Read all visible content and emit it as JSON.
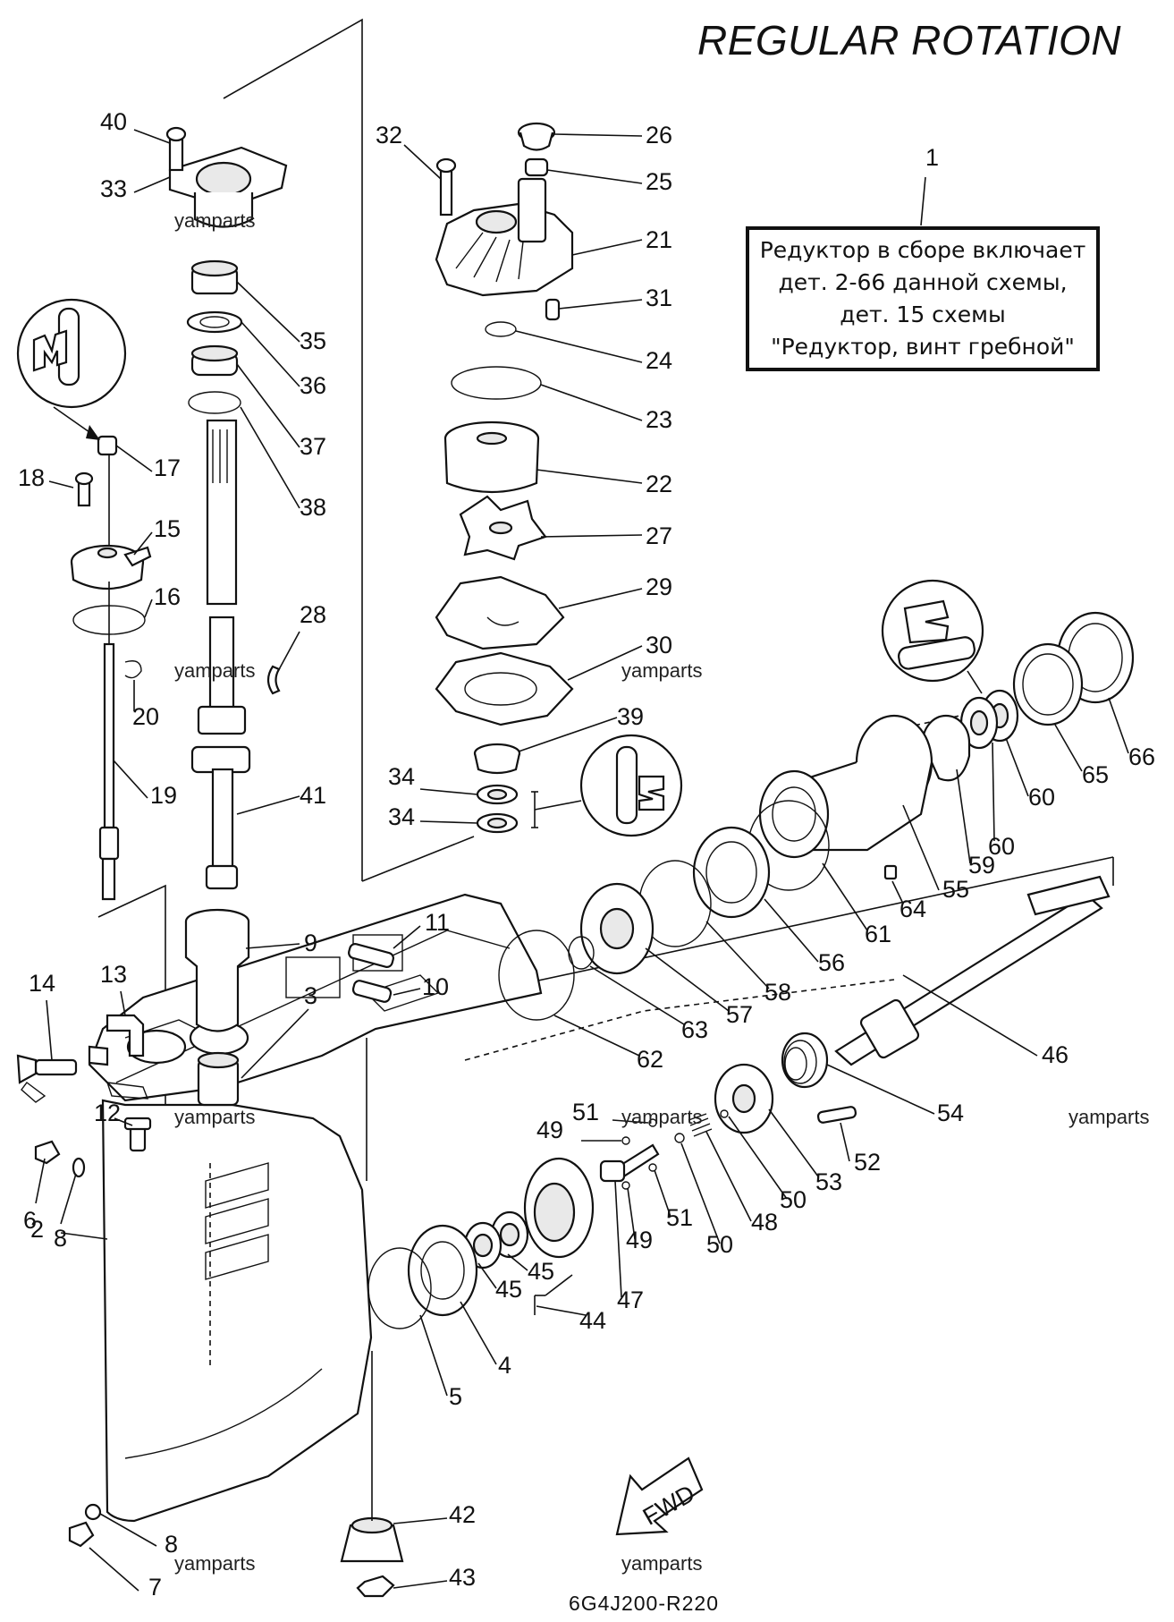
{
  "title": "REGULAR ROTATION",
  "note_lines": [
    "Редуктор в сборе включает",
    "дет. 2-66 данной схемы,",
    "дет. 15 схемы",
    "\"Редуктор, винт гребной\""
  ],
  "drawing_code": "6G4J200-R220",
  "fwd_label": "FWD",
  "watermark": "yamparts",
  "watermarks": [
    "yamparts",
    "yamparts",
    "yamparts",
    "yamparts",
    "yamparts",
    "yamparts",
    "yamparts",
    "yamparts"
  ],
  "callouts": [
    "1",
    "2",
    "3",
    "4",
    "5",
    "6",
    "7",
    "8",
    "8",
    "9",
    "10",
    "11",
    "12",
    "13",
    "14",
    "15",
    "16",
    "17",
    "18",
    "19",
    "20",
    "21",
    "22",
    "23",
    "24",
    "25",
    "26",
    "27",
    "28",
    "29",
    "30",
    "31",
    "32",
    "33",
    "34",
    "34",
    "35",
    "36",
    "37",
    "38",
    "39",
    "40",
    "41",
    "42",
    "43",
    "44",
    "45",
    "45",
    "46",
    "47",
    "48",
    "49",
    "49",
    "50",
    "50",
    "51",
    "51",
    "52",
    "53",
    "54",
    "55",
    "56",
    "57",
    "58",
    "59",
    "60",
    "60",
    "61",
    "62",
    "63",
    "64",
    "65",
    "66"
  ]
}
